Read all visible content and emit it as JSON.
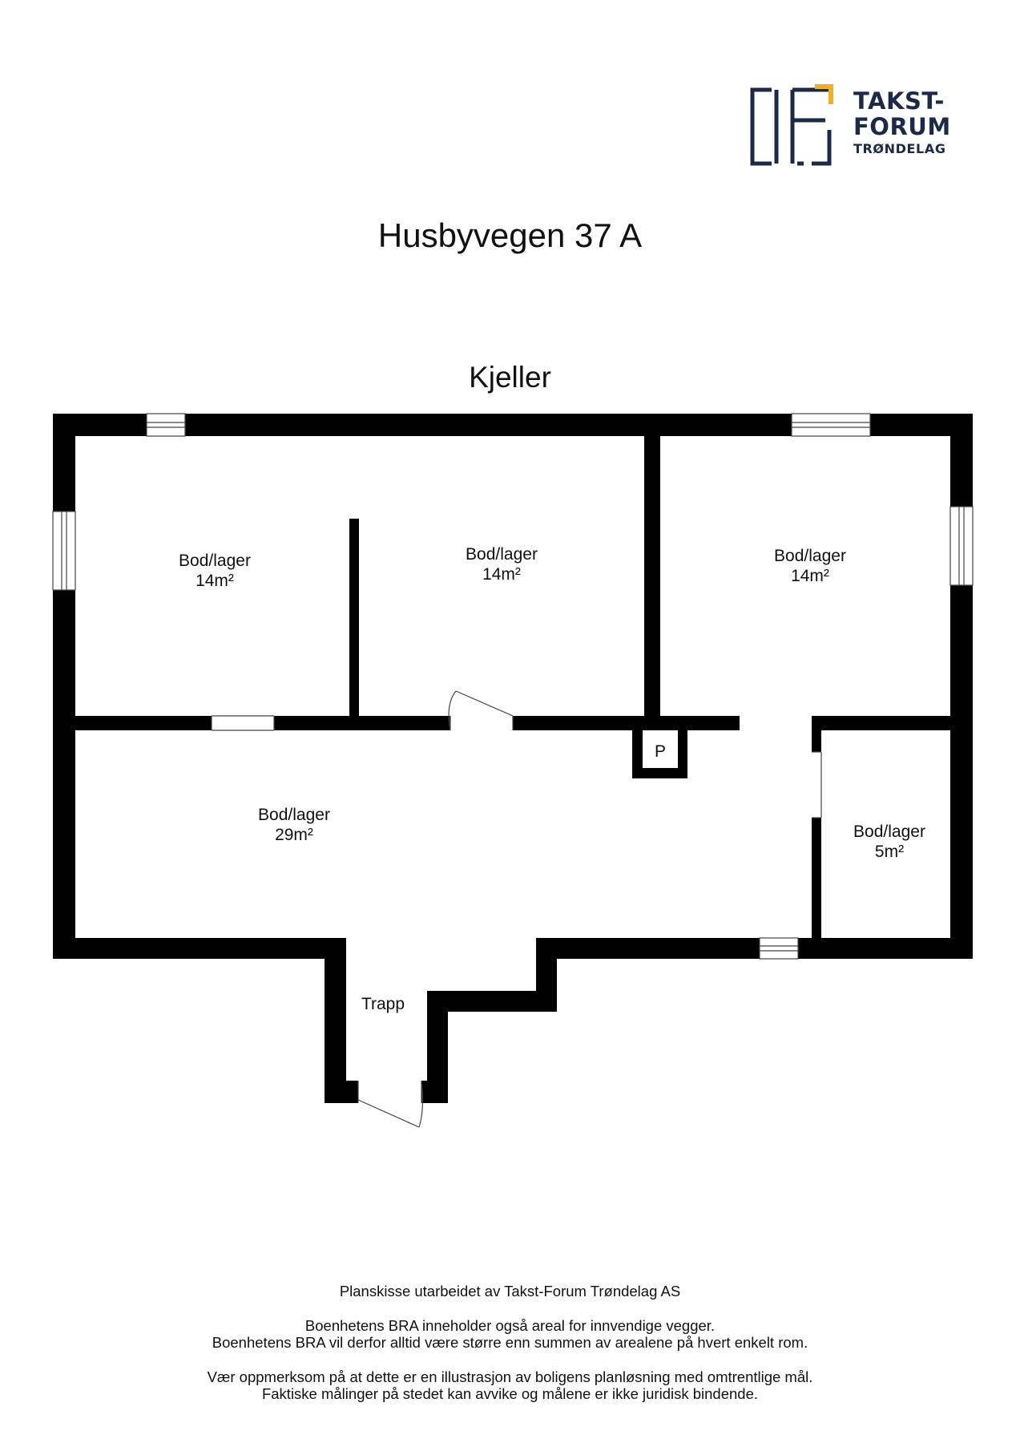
{
  "logo": {
    "line1": "TAKST-",
    "line2": "FORUM",
    "line3": "TRØNDELAG",
    "navy": "#1c2a4a",
    "accent": "#f2b01e"
  },
  "title": "Husbyvegen 37 A",
  "floor": "Kjeller",
  "rooms": [
    {
      "name": "Bod/lager",
      "area": "14m²"
    },
    {
      "name": "Bod/lager",
      "area": "14m²"
    },
    {
      "name": "Bod/lager",
      "area": "14m²"
    },
    {
      "name": "Bod/lager",
      "area": "29m²"
    },
    {
      "name": "Bod/lager",
      "area": "5m²"
    }
  ],
  "stair_label": "Trapp",
  "shaft_label": "P",
  "footer": {
    "line1": "Planskisse utarbeidet av Takst-Forum Trøndelag AS",
    "line2": "Boenhetens BRA inneholder også areal for innvendige vegger.",
    "line3": "Boenhetens BRA vil derfor alltid være større enn summen av arealene på hvert enkelt rom.",
    "line4": "Vær oppmerksom på at dette er en illustrasjon av boligens planløsning med omtrentlige mål.",
    "line5": "Faktiske målinger på stedet kan avvike og målene er ikke juridisk bindende."
  }
}
